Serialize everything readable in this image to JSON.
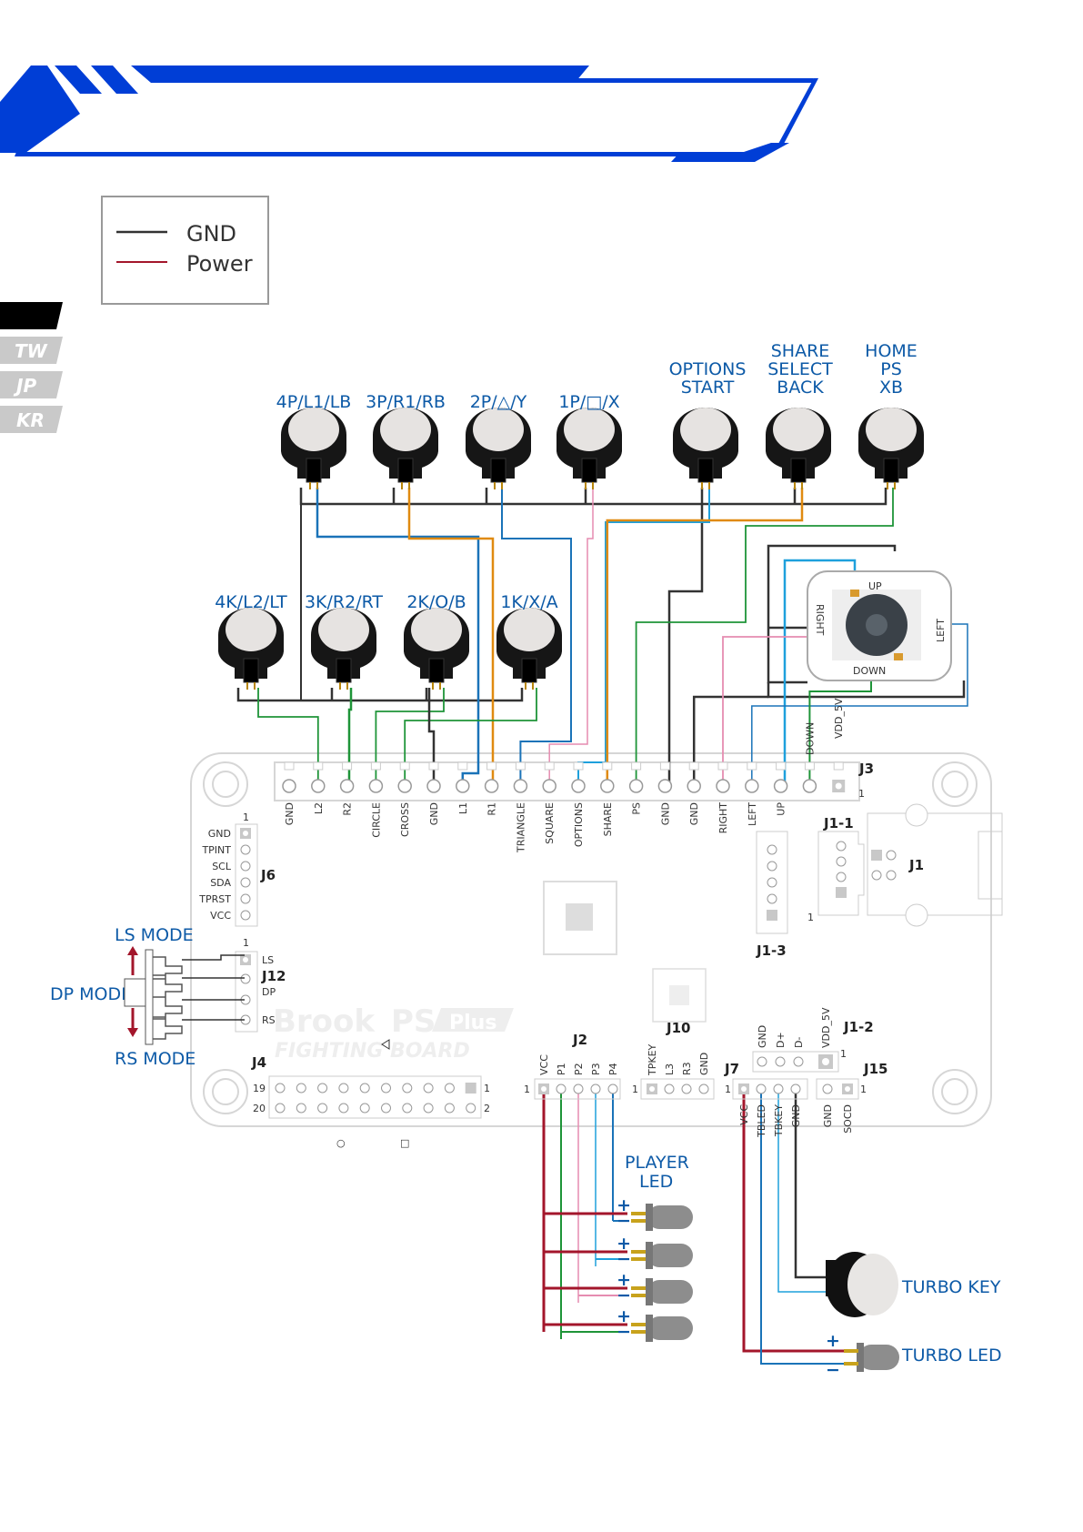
{
  "legend": {
    "items": [
      {
        "label": "GND",
        "color": "#333333"
      },
      {
        "label": "Power",
        "color": "#a3162b"
      }
    ]
  },
  "language_tabs": [
    "",
    "TW",
    "JP",
    "KR"
  ],
  "colors": {
    "brand_blue": "#003ed6",
    "label_blue": "#0d5aa7",
    "gnd": "#333333",
    "power": "#a3162b",
    "wire_blue": "#1a73b8",
    "wire_cyan": "#1ea0dc",
    "wire_orange": "#e08a10",
    "wire_green": "#1e9438",
    "wire_pink": "#e58cb0",
    "pcb_outline": "#d0d0d0"
  },
  "buttons_top": [
    {
      "label": "4P/L1/LB"
    },
    {
      "label": "3P/R1/RB"
    },
    {
      "label": "2P/△/Y"
    },
    {
      "label": "1P/□/X"
    },
    {
      "label_lines": [
        "OPTIONS",
        "START"
      ]
    },
    {
      "label_lines": [
        "SHARE",
        "SELECT",
        "BACK"
      ]
    },
    {
      "label_lines": [
        "HOME",
        "PS",
        "XB"
      ]
    }
  ],
  "buttons_bottom": [
    {
      "label": "4K/L2/LT"
    },
    {
      "label": "3K/R2/RT"
    },
    {
      "label": "2K/O/B"
    },
    {
      "label": "1K/X/A"
    }
  ],
  "joystick": {
    "up": "UP",
    "down": "DOWN",
    "left": "LEFT",
    "right": "RIGHT"
  },
  "j3": {
    "name": "J3",
    "pin1": "1",
    "pins": [
      "GND",
      "L2",
      "R2",
      "CIRCLE",
      "CROSS",
      "GND",
      "L1",
      "R1",
      "TRIANGLE",
      "SQUARE",
      "OPTIONS",
      "SHARE",
      "PS",
      "GND",
      "GND",
      "RIGHT",
      "LEFT",
      "UP",
      "DOWN",
      "VDD_5V"
    ]
  },
  "j6": {
    "name": "J6",
    "pin1": "1",
    "pins": [
      "GND",
      "TPINT",
      "SCL",
      "SDA",
      "TPRST",
      "VCC"
    ]
  },
  "j12": {
    "name": "J12",
    "pin1": "1",
    "pins": [
      "LS",
      "DP",
      "RS"
    ]
  },
  "mode_switch": {
    "ls": "LS MODE",
    "dp": "DP MODE",
    "rs": "RS MODE"
  },
  "j4": {
    "name": "J4",
    "row1_left": "19",
    "row1_right": "1",
    "row2_left": "20",
    "row2_right": "2"
  },
  "j2": {
    "name": "J2",
    "pin1": "1",
    "pins": [
      "VCC",
      "P1",
      "P2",
      "P3",
      "P4"
    ]
  },
  "j10": {
    "name": "J10",
    "pin1": "1",
    "pins": [
      "TPKEY",
      "L3",
      "R3",
      "GND"
    ]
  },
  "j1_2": {
    "name": "J1-2",
    "pin1": "1",
    "pins": [
      "GND",
      "D+",
      "D-",
      "VDD_5V"
    ]
  },
  "j7": {
    "name": "J7",
    "pin1": "1",
    "pins": [
      "VCC",
      "TBLED",
      "TBKEY",
      "GND"
    ]
  },
  "j15": {
    "name": "J15",
    "pin1": "1",
    "pins": [
      "GND",
      "SOCD"
    ]
  },
  "j1": {
    "name": "J1"
  },
  "j1_1": {
    "name": "J1-1"
  },
  "j1_3": {
    "name": "J1-3",
    "pin1": "1"
  },
  "watermark": {
    "brand": "Brook",
    "model": "PS",
    "plus": "Plus",
    "sub": "FIGHTING BOARD"
  },
  "player_led": {
    "lines": [
      "PLAYER",
      "LED"
    ],
    "plus": "+",
    "minus": "−"
  },
  "turbo_key": {
    "label": "TURBO KEY"
  },
  "turbo_led": {
    "label": "TURBO LED",
    "plus": "+",
    "minus": "−"
  },
  "bottom_symbols": {
    "circle": "○",
    "square": "□"
  }
}
